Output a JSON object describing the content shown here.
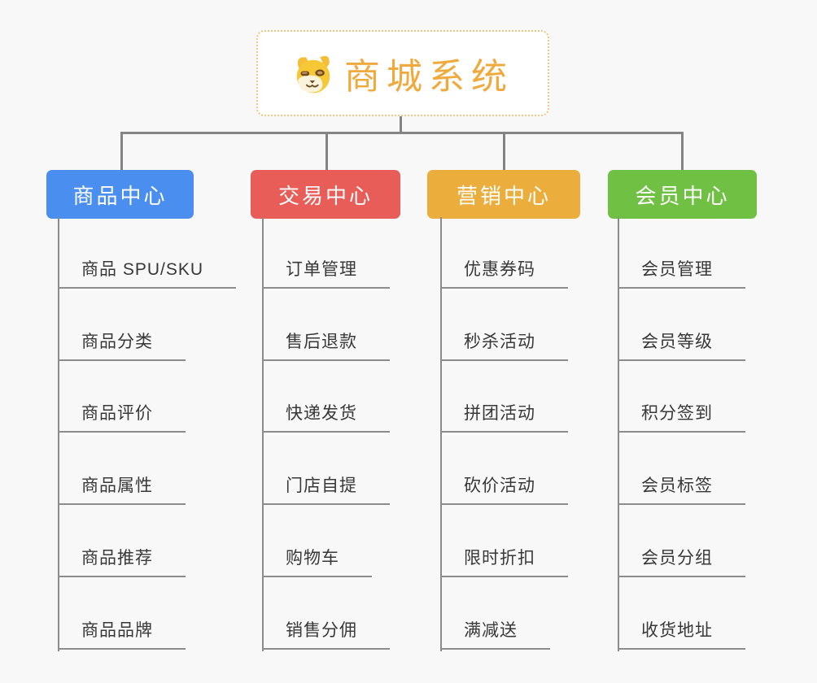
{
  "root": {
    "label": "商城系统",
    "icon": "doge-icon",
    "text_color": "#F0A93C",
    "border_color": "#F2C57E"
  },
  "colors": {
    "background": "#F8F8F8",
    "connector": "#848484",
    "leaf_line": "#8C8C8C",
    "leaf_text": "#383838"
  },
  "branches": [
    {
      "label": "商品中心",
      "color": "#4A8FEF",
      "children": [
        "商品 SPU/SKU",
        "商品分类",
        "商品评价",
        "商品属性",
        "商品推荐",
        "商品品牌"
      ]
    },
    {
      "label": "交易中心",
      "color": "#E95D59",
      "children": [
        "订单管理",
        "售后退款",
        "快递发货",
        "门店自提",
        "购物车",
        "销售分佣"
      ]
    },
    {
      "label": "营销中心",
      "color": "#EBAD3C",
      "children": [
        "优惠券码",
        "秒杀活动",
        "拼团活动",
        "砍价活动",
        "限时折扣",
        "满减送"
      ]
    },
    {
      "label": "会员中心",
      "color": "#70C043",
      "children": [
        "会员管理",
        "会员等级",
        "积分签到",
        "会员标签",
        "会员分组",
        "收货地址"
      ]
    }
  ]
}
